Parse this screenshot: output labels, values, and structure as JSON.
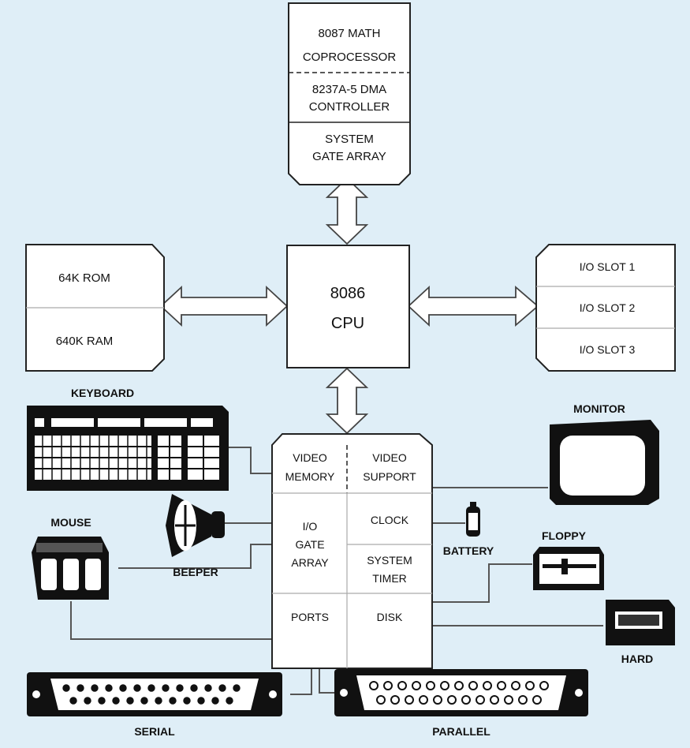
{
  "diagram": {
    "top_stack": {
      "math": [
        "8087 MATH",
        "COPROCESSOR"
      ],
      "dma": [
        "8237A-5 DMA",
        "CONTROLLER"
      ],
      "gate": [
        "SYSTEM",
        "GATE ARRAY"
      ]
    },
    "cpu": [
      "8086",
      "CPU"
    ],
    "memory": {
      "rom": "64K ROM",
      "ram": "640K RAM"
    },
    "io_slots": [
      "I/O SLOT 1",
      "I/O SLOT 2",
      "I/O SLOT 3"
    ],
    "chipset": {
      "video_memory": [
        "VIDEO",
        "MEMORY"
      ],
      "video_support": [
        "VIDEO",
        "SUPPORT"
      ],
      "io_gate": [
        "I/O",
        "GATE",
        "ARRAY"
      ],
      "clock": "CLOCK",
      "system_timer": [
        "SYSTEM",
        "TIMER"
      ],
      "ports": "PORTS",
      "disk": "DISK"
    },
    "peripherals": {
      "keyboard": "KEYBOARD",
      "monitor": "MONITOR",
      "mouse": "MOUSE",
      "beeper": "BEEPER",
      "battery": "BATTERY",
      "floppy": "FLOPPY",
      "hard": "HARD",
      "serial": "SERIAL",
      "parallel": "PARALLEL"
    }
  }
}
